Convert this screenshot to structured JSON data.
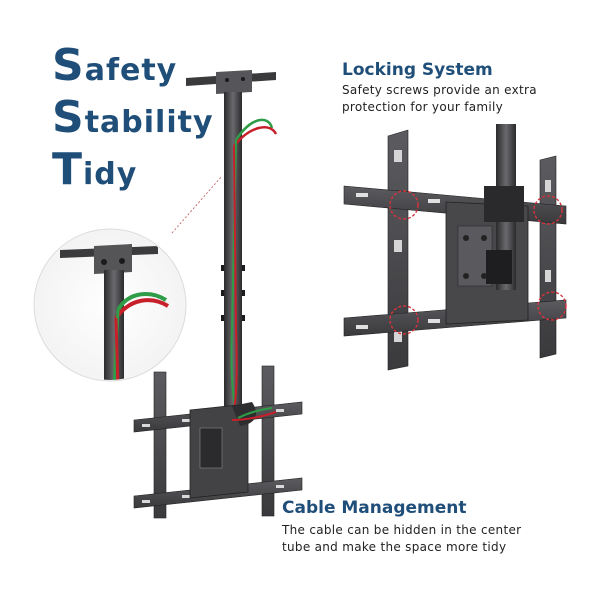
{
  "headline": {
    "line1": {
      "initial": "S",
      "rest": "afety"
    },
    "line2": {
      "initial": "S",
      "rest": "tability"
    },
    "line3": {
      "initial": "T",
      "rest": "idy"
    }
  },
  "locking_system": {
    "title": "Locking System",
    "description_lines": [
      "Safety screws provide an extra",
      "protection for your family"
    ]
  },
  "cable_management": {
    "title": "Cable Management",
    "description_lines": [
      "The cable can be hidden in the center",
      "tube and make the space more tidy"
    ]
  },
  "colors": {
    "headline_blue": "#1f4e79",
    "metal_dark": "#2e2e30",
    "metal_mid": "#4a4a4d",
    "highlight_red": "#d8323c",
    "cable_green": "#2f9d47",
    "cable_red": "#c8202a"
  }
}
